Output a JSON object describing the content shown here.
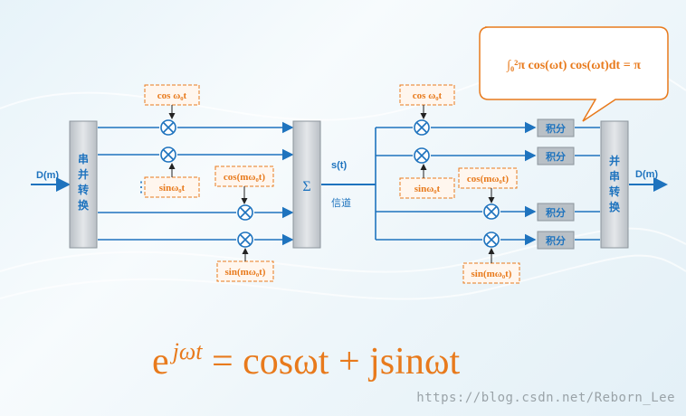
{
  "diagram": {
    "input_label": "D(m)",
    "output_label": "D(m)",
    "sp_converter": [
      "串",
      "并",
      "转",
      "换"
    ],
    "ps_converter": [
      "并",
      "串",
      "转",
      "换"
    ],
    "sum_symbol": "Σ",
    "signal_label": "s(t)",
    "channel_label": "信道",
    "tx_carriers": [
      {
        "text": "cos ω₀t"
      },
      {
        "text": "sinω₀t"
      },
      {
        "text": "cos(mω₀t)"
      },
      {
        "text": "sin(mω₀t)"
      }
    ],
    "rx_carriers": [
      {
        "text": "cos ω₀t"
      },
      {
        "text": "sinω₀t"
      },
      {
        "text": "cos(mω₀t)"
      },
      {
        "text": "sin(mω₀t)"
      }
    ],
    "integrator_label": "积分",
    "ellipsis": "⋮",
    "callout_formula": "∫₀²π cos(ωt) cos(ωt)dt = π"
  },
  "formula": {
    "base": "e",
    "exponent": "jωt",
    "rhs": "= cosωt + jsinωt"
  },
  "watermark": "https://blog.csdn.net/Reborn_Lee",
  "colors": {
    "line": "#1e73be",
    "accent": "#e87a1c",
    "box": "#c9ced3"
  }
}
